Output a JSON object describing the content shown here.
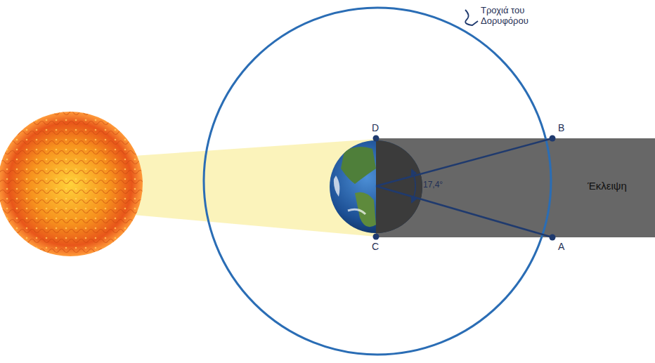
{
  "diagram": {
    "labels": [
      "Τροχιά του Δορυφόρου",
      "D",
      "B",
      "17,4°",
      "Έκλειψη",
      "C",
      "A"
    ]
  }
}
